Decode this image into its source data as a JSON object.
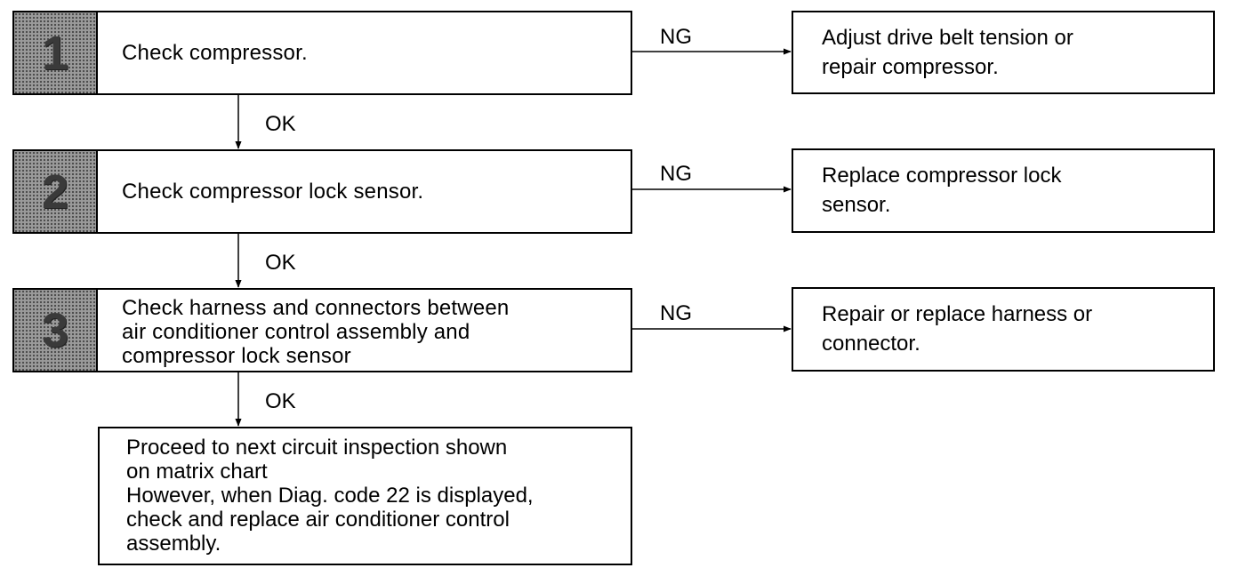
{
  "steps": [
    {
      "number": "1",
      "text": "Check compressor.",
      "no_good_label": "NG",
      "ok_label": "OK",
      "action": "Adjust drive belt tension or\nrepair compressor."
    },
    {
      "number": "2",
      "text": "Check compressor lock sensor.",
      "no_good_label": "NG",
      "ok_label": "OK",
      "action": "Replace compressor lock\nsensor."
    },
    {
      "number": "3",
      "text": "Check harness and connectors between\nair conditioner control assembly and\ncompressor lock sensor",
      "no_good_label": "NG",
      "ok_label": "OK",
      "action": "Repair or replace harness or\nconnector."
    }
  ],
  "final": "Proceed to next circuit inspection shown\non matrix chart\nHowever, when Diag. code 22 is displayed,\ncheck and replace air conditioner control\nassembly."
}
